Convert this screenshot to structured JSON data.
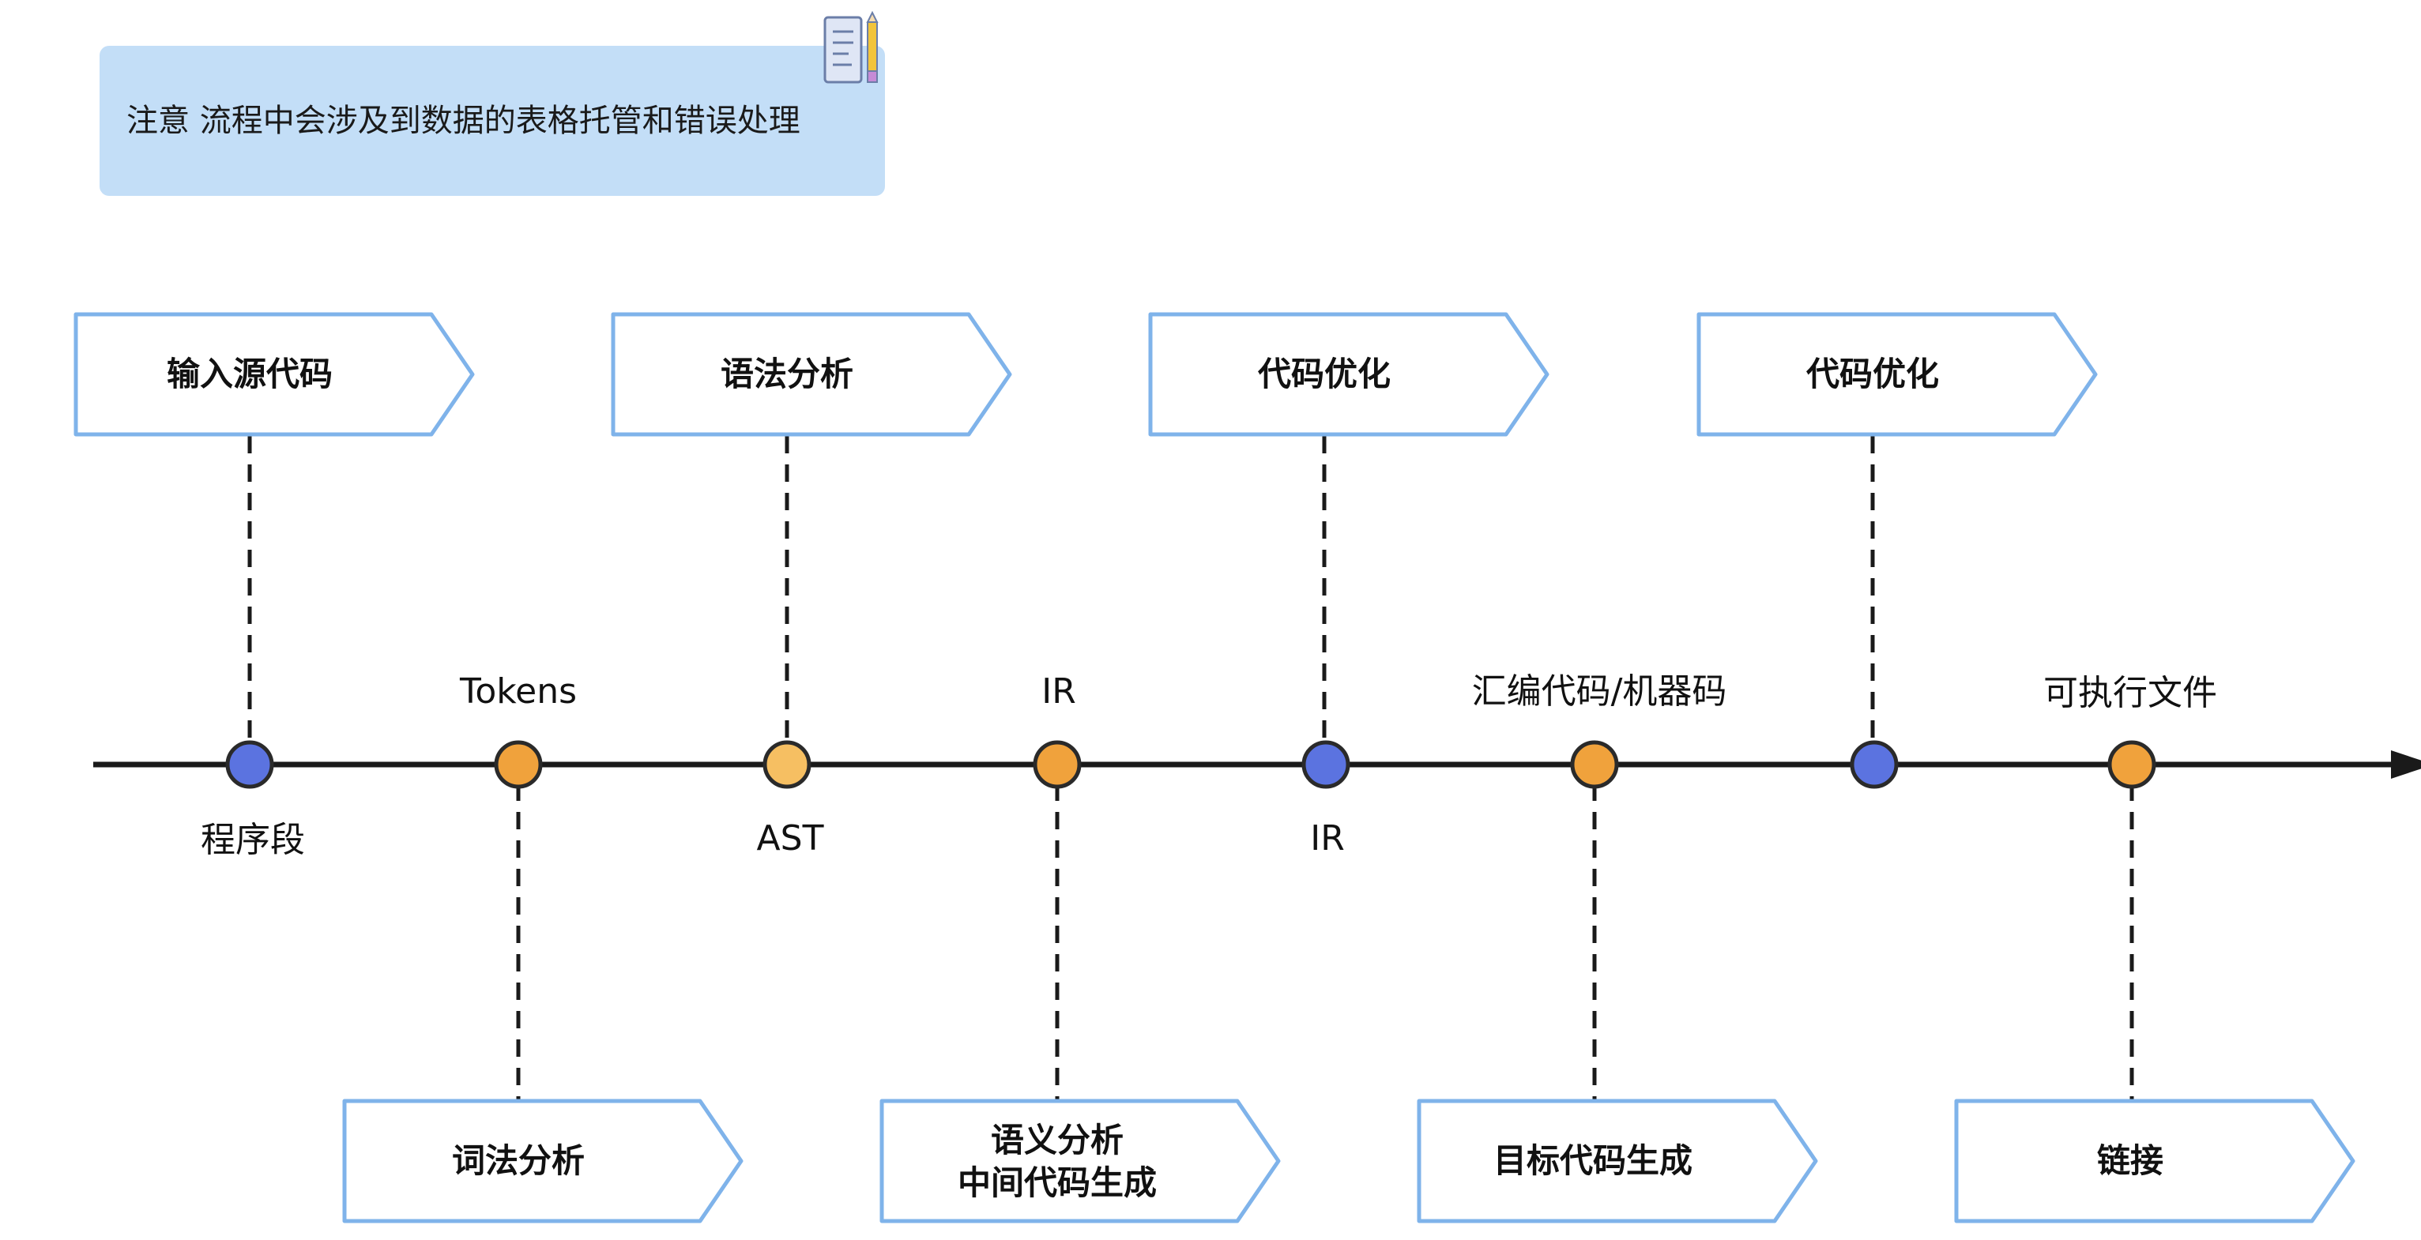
{
  "note": {
    "text": "注意 流程中会涉及到数据的表格托管和错误处理",
    "icon": "notepad-pencil-icon",
    "fill": "#c3def7"
  },
  "colors": {
    "axis": "#1a1a1a",
    "box_border": "#7fb3ea",
    "node_blue": "#5b73e0",
    "node_orange": "#f0a23c",
    "node_light_orange": "#f6bf62"
  },
  "steps_top": [
    {
      "label": "输入源代码"
    },
    {
      "label": "语法分析"
    },
    {
      "label": "代码优化"
    },
    {
      "label": "代码优化"
    }
  ],
  "steps_bottom": [
    {
      "label_lines": [
        "词法分析"
      ]
    },
    {
      "label_lines": [
        "语义分析",
        "中间代码生成"
      ]
    },
    {
      "label_lines": [
        "目标代码生成"
      ]
    },
    {
      "label_lines": [
        "链接"
      ]
    }
  ],
  "nodes": [
    {
      "label": "程序段",
      "color": "blue"
    },
    {
      "label": "Tokens",
      "color": "orange"
    },
    {
      "label": "AST",
      "color": "light_orange"
    },
    {
      "label": "IR",
      "color": "orange"
    },
    {
      "label": "IR",
      "color": "blue"
    },
    {
      "label": "汇编代码/机器码",
      "color": "orange"
    },
    {
      "label": "",
      "color": "blue"
    },
    {
      "label": "可执行文件",
      "color": "orange"
    }
  ]
}
